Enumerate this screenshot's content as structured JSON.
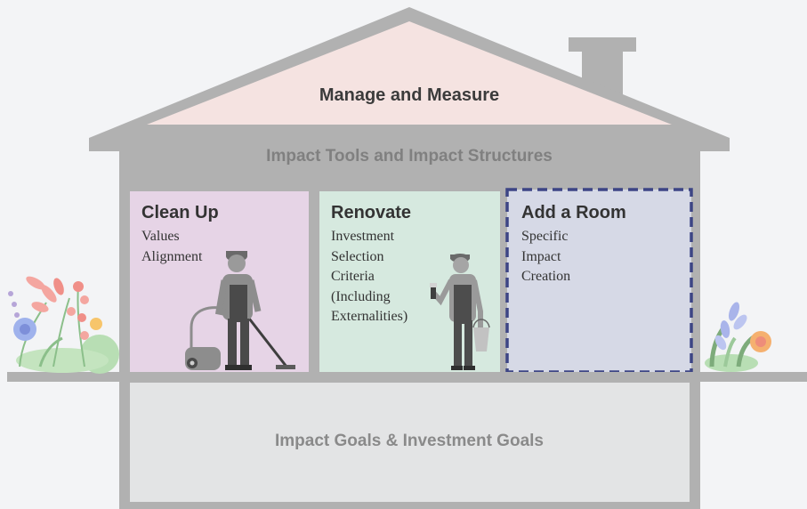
{
  "roof": {
    "title": "Manage and Measure"
  },
  "beam": {
    "title": "Impact Tools and Impact Structures"
  },
  "rooms": [
    {
      "title": "Clean Up",
      "lines": [
        "Values",
        "Alignment"
      ]
    },
    {
      "title": "Renovate",
      "lines": [
        "Investment",
        "Selection",
        "Criteria",
        "(Including",
        "Externalities)"
      ]
    },
    {
      "title": "Add a Room",
      "lines": [
        "Specific",
        "Impact",
        "Creation"
      ]
    }
  ],
  "foundation": {
    "title": "Impact Goals & Investment Goals"
  },
  "colors": {
    "house_gray": "#b1b1b1",
    "roof_fill": "#f5e3e1",
    "room_clean_up": "#e6d4e6",
    "room_renovate": "#d6e9df",
    "room_add": "#d6d9e6",
    "dashed_border": "#3d4585",
    "foundation_fill": "#e3e4e5"
  },
  "icons": [
    "vacuum-cleaner-worker-icon",
    "painter-with-bucket-icon",
    "flowers-left-icon",
    "flowers-right-icon"
  ]
}
